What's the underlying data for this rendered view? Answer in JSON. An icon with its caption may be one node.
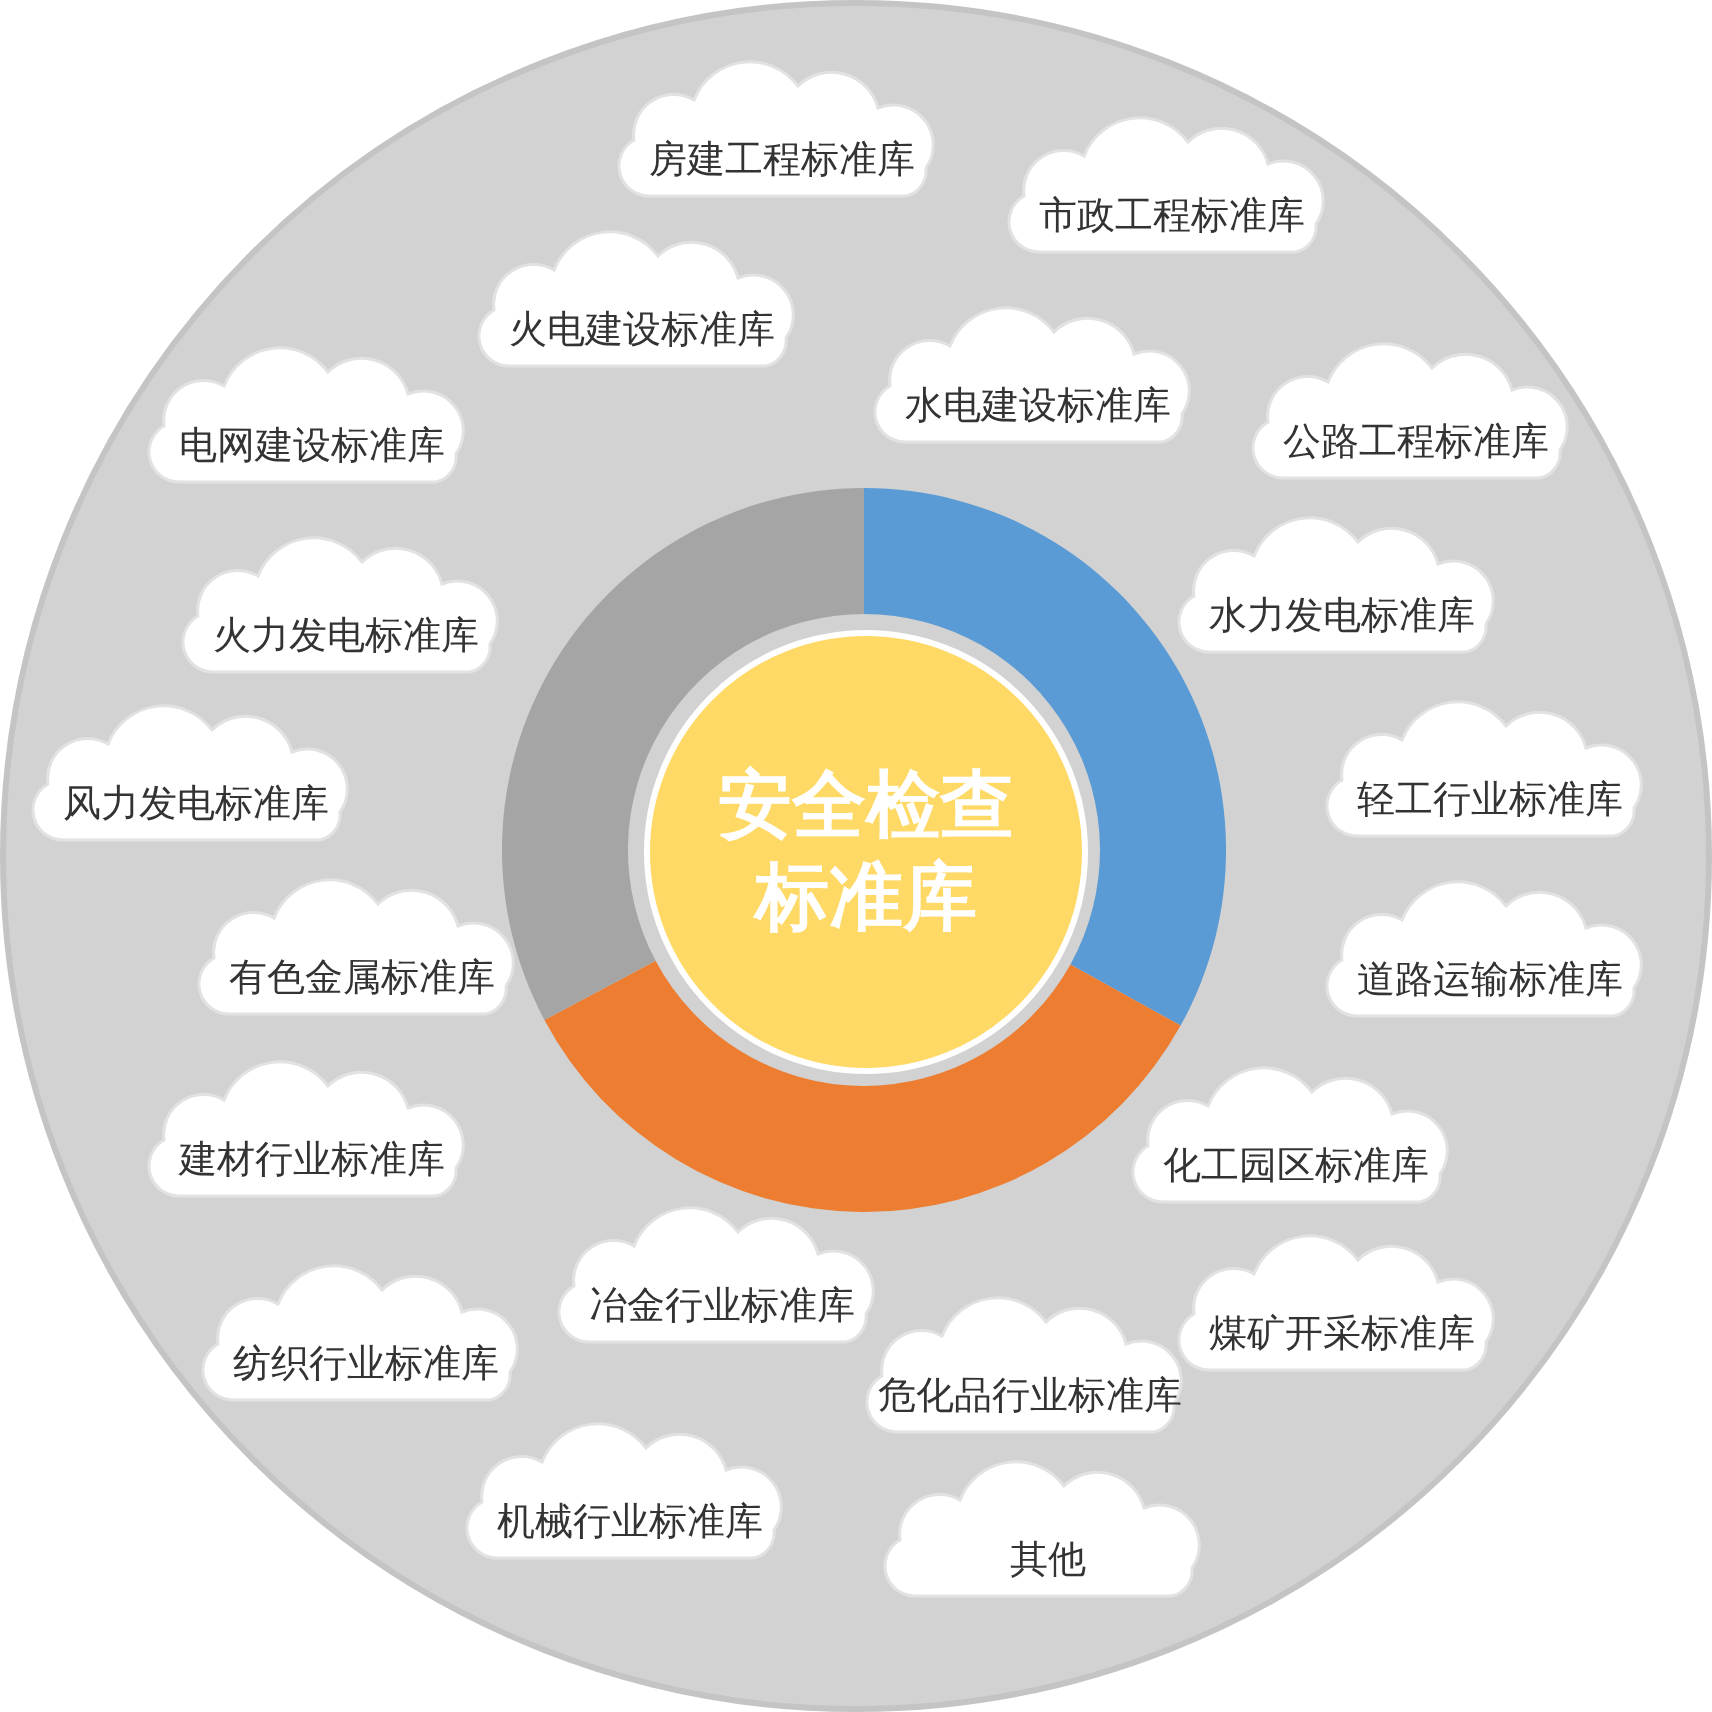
{
  "diagram": {
    "nodes": [
      {
        "text": [],
        "shape": "circle"
      },
      {
        "text": [
          "安全检查标准库"
        ],
        "in": 0
      },
      {
        "text": [
          "房建工程标准库"
        ],
        "in": 0
      },
      {
        "text": [
          "市政工程标准库"
        ],
        "in": 0
      },
      {
        "text": [
          "火电建设标准库"
        ],
        "in": 0
      },
      {
        "text": [
          "水电建设标准库"
        ],
        "in": 0
      },
      {
        "text": [
          "电网建设标准库"
        ],
        "in": 0
      },
      {
        "text": [
          "公路工程标准库"
        ],
        "in": 0
      },
      {
        "text": [
          "火力发电标准库"
        ],
        "in": 0
      },
      {
        "text": [
          "水力发电标准库"
        ],
        "in": 0
      },
      {
        "text": [
          "风力发电标准库"
        ],
        "in": 0
      },
      {
        "text": [
          "轻工行业标准库"
        ],
        "in": 0
      },
      {
        "text": [
          "有色金属标准库"
        ],
        "in": 0
      },
      {
        "text": [
          "道路运输标准库"
        ],
        "in": 0
      },
      {
        "text": [
          "建材行业标准库"
        ],
        "in": 0
      },
      {
        "text": [
          "化工园区标准库"
        ],
        "in": 0
      },
      {
        "text": [
          "冶金行业标准库"
        ],
        "in": 0
      },
      {
        "text": [
          "煤矿开采标准库"
        ],
        "in": 0
      },
      {
        "text": [
          "纺织行业标准库"
        ],
        "in": 0
      },
      {
        "text": [
          "危化品行业标准库"
        ],
        "in": 0
      },
      {
        "text": [
          "机械行业标准库"
        ],
        "in": 0
      },
      {
        "text": [
          "其他"
        ],
        "in": 0
      }
    ]
  }
}
